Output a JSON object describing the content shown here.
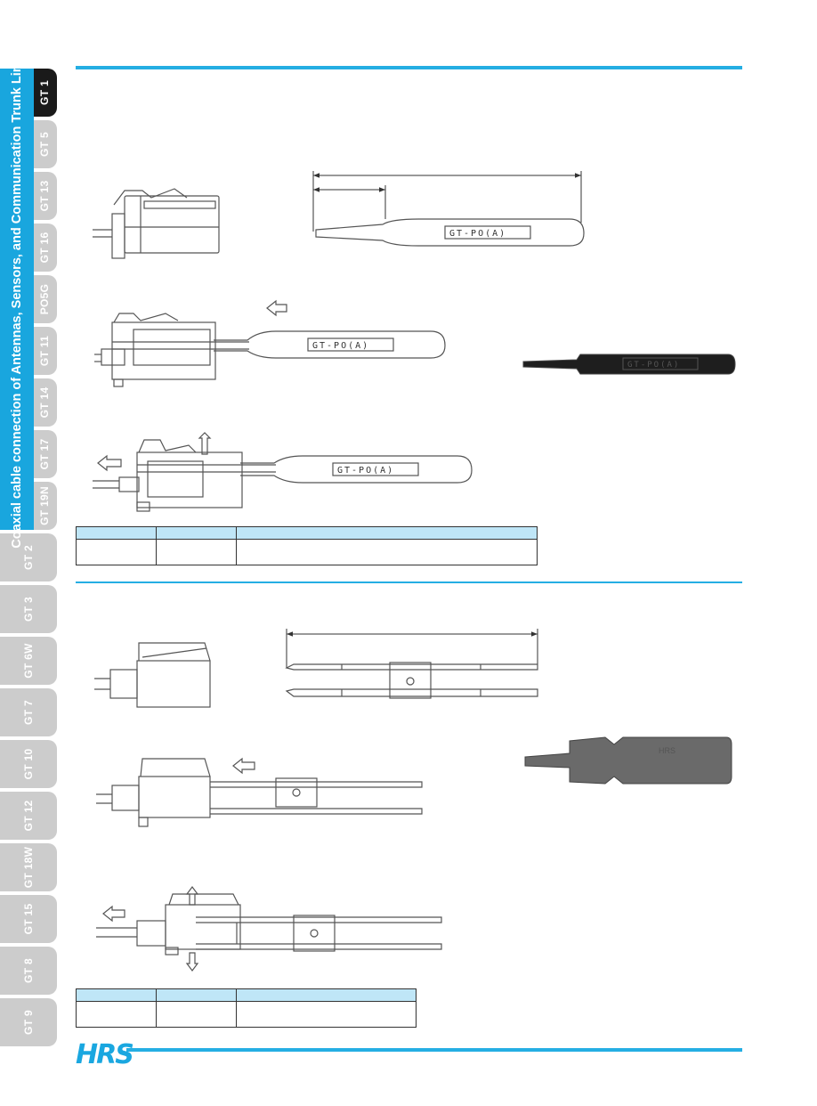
{
  "side_tabs": [
    {
      "label": "GT 1",
      "active": true
    },
    {
      "label": "GT 5"
    },
    {
      "label": "GT 13"
    },
    {
      "label": "GT 16"
    },
    {
      "label": "PO5G"
    },
    {
      "label": "GT 11"
    },
    {
      "label": "GT 14"
    },
    {
      "label": "GT 17"
    },
    {
      "label": "GT 19N"
    },
    {
      "label": "GT 2"
    },
    {
      "label": "GT 3"
    },
    {
      "label": "GT 6W"
    },
    {
      "label": "GT 7"
    },
    {
      "label": "GT 10"
    },
    {
      "label": "GT 12"
    },
    {
      "label": "GT 18W"
    },
    {
      "label": "GT 15"
    },
    {
      "label": "GT 8"
    },
    {
      "label": "GT 9"
    }
  ],
  "series_title": "Coaxial cable connection of Antennas, Sensors, and Communication Trunk Lines",
  "tool_marking": "GT-PO(A)",
  "tool_photo_marking": "GT-PO(A)",
  "tool2_photo_marking": "HRS",
  "logo": "HRS",
  "colors": {
    "accent": "#25aee3",
    "tab": "#cccccc",
    "active_tab": "#1a1a1a",
    "table_header": "#bfe6f7"
  }
}
